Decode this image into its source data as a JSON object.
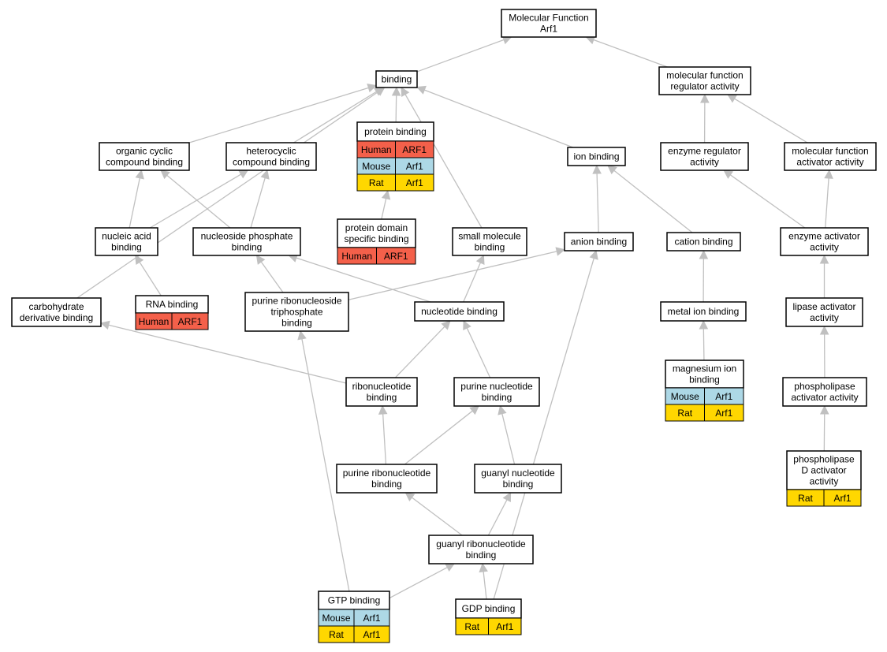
{
  "colors": {
    "Human": "#f4604a",
    "Mouse": "#add8e6",
    "Rat": "#ffd700",
    "edge": "#c0c0c0"
  },
  "nodes": {
    "mf": {
      "lines": [
        "Molecular Function",
        "Arf1"
      ]
    },
    "binding": {
      "lines": [
        "binding"
      ]
    },
    "mfra": {
      "lines": [
        "molecular function",
        "regulator activity"
      ]
    },
    "ocb": {
      "lines": [
        "organic cyclic",
        "compound binding"
      ]
    },
    "hcb": {
      "lines": [
        "heterocyclic",
        "compound binding"
      ]
    },
    "pb": {
      "lines": [
        "protein binding"
      ],
      "annotations": [
        [
          "Human",
          "ARF1"
        ],
        [
          "Mouse",
          "Arf1"
        ],
        [
          "Rat",
          "Arf1"
        ]
      ]
    },
    "ionb": {
      "lines": [
        "ion binding"
      ]
    },
    "era": {
      "lines": [
        "enzyme regulator",
        "activity"
      ]
    },
    "mfaa": {
      "lines": [
        "molecular function",
        "activator activity"
      ]
    },
    "nab": {
      "lines": [
        "nucleic acid",
        "binding"
      ]
    },
    "npb": {
      "lines": [
        "nucleoside phosphate",
        "binding"
      ]
    },
    "pdsb": {
      "lines": [
        "protein domain",
        "specific binding"
      ],
      "annotations": [
        [
          "Human",
          "ARF1"
        ]
      ]
    },
    "smb": {
      "lines": [
        "small molecule",
        "binding"
      ]
    },
    "anb": {
      "lines": [
        "anion binding"
      ]
    },
    "catb": {
      "lines": [
        "cation binding"
      ]
    },
    "eaa": {
      "lines": [
        "enzyme activator",
        "activity"
      ]
    },
    "rnab": {
      "lines": [
        "RNA binding"
      ],
      "annotations": [
        [
          "Human",
          "ARF1"
        ]
      ]
    },
    "cdb": {
      "lines": [
        "carbohydrate",
        "derivative binding"
      ]
    },
    "prtb": {
      "lines": [
        "purine ribonucleoside",
        "triphosphate",
        "binding"
      ]
    },
    "ntb": {
      "lines": [
        "nucleotide binding"
      ]
    },
    "mib": {
      "lines": [
        "metal ion binding"
      ]
    },
    "laa": {
      "lines": [
        "lipase activator",
        "activity"
      ]
    },
    "mgb": {
      "lines": [
        "magnesium ion",
        "binding"
      ],
      "annotations": [
        [
          "Mouse",
          "Arf1"
        ],
        [
          "Rat",
          "Arf1"
        ]
      ]
    },
    "rnb": {
      "lines": [
        "ribonucleotide",
        "binding"
      ]
    },
    "pnb": {
      "lines": [
        "purine nucleotide",
        "binding"
      ]
    },
    "plaa": {
      "lines": [
        "phospholipase",
        "activator activity"
      ]
    },
    "prnb": {
      "lines": [
        "purine ribonucleotide",
        "binding"
      ]
    },
    "gnb": {
      "lines": [
        "guanyl nucleotide",
        "binding"
      ]
    },
    "pldaa": {
      "lines": [
        "phospholipase",
        "D activator",
        "activity"
      ],
      "annotations": [
        [
          "Rat",
          "Arf1"
        ]
      ]
    },
    "grb": {
      "lines": [
        "guanyl ribonucleotide",
        "binding"
      ]
    },
    "gtp": {
      "lines": [
        "GTP binding"
      ],
      "annotations": [
        [
          "Mouse",
          "Arf1"
        ],
        [
          "Rat",
          "Arf1"
        ]
      ]
    },
    "gdp": {
      "lines": [
        "GDP binding"
      ],
      "annotations": [
        [
          "Rat",
          "Arf1"
        ]
      ]
    }
  },
  "edges": [
    [
      "binding",
      "mf"
    ],
    [
      "mfra",
      "mf"
    ],
    [
      "ocb",
      "binding"
    ],
    [
      "hcb",
      "binding"
    ],
    [
      "pb",
      "binding"
    ],
    [
      "ionb",
      "binding"
    ],
    [
      "smb",
      "binding"
    ],
    [
      "cdb",
      "binding"
    ],
    [
      "era",
      "mfra"
    ],
    [
      "mfaa",
      "mfra"
    ],
    [
      "nab",
      "ocb"
    ],
    [
      "npb",
      "ocb"
    ],
    [
      "nab",
      "hcb"
    ],
    [
      "npb",
      "hcb"
    ],
    [
      "pdsb",
      "pb"
    ],
    [
      "anb",
      "ionb"
    ],
    [
      "catb",
      "ionb"
    ],
    [
      "eaa",
      "era"
    ],
    [
      "eaa",
      "mfaa"
    ],
    [
      "rnab",
      "nab"
    ],
    [
      "prtb",
      "npb"
    ],
    [
      "ntb",
      "npb"
    ],
    [
      "prtb",
      "anb"
    ],
    [
      "ntb",
      "smb"
    ],
    [
      "mib",
      "catb"
    ],
    [
      "laa",
      "eaa"
    ],
    [
      "mgb",
      "mib"
    ],
    [
      "plaa",
      "laa"
    ],
    [
      "rnb",
      "cdb"
    ],
    [
      "rnb",
      "ntb"
    ],
    [
      "pnb",
      "ntb"
    ],
    [
      "prnb",
      "rnb"
    ],
    [
      "prnb",
      "pnb"
    ],
    [
      "gnb",
      "pnb"
    ],
    [
      "pldaa",
      "plaa"
    ],
    [
      "grb",
      "prnb"
    ],
    [
      "grb",
      "gnb"
    ],
    [
      "gtp",
      "prtb"
    ],
    [
      "gtp",
      "grb"
    ],
    [
      "gdp",
      "grb"
    ],
    [
      "gdp",
      "anb"
    ]
  ]
}
